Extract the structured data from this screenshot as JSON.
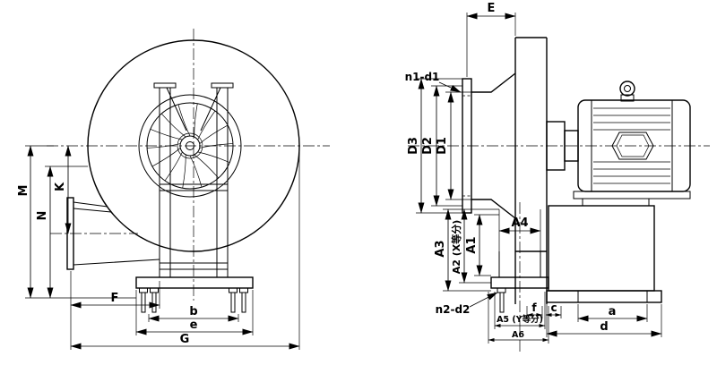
{
  "drawing": {
    "views": {
      "front": {
        "dims": {
          "M": "M",
          "N": "N",
          "K": "K",
          "F": "F",
          "b": "b",
          "e": "e",
          "G": "G"
        }
      },
      "side": {
        "dims": {
          "E": "E",
          "n1d1": "n1-d1",
          "D3": "D3",
          "D2": "D2",
          "D1": "D1",
          "A4": "A4",
          "A3": "A3",
          "A2": "A2 (X等分)",
          "A1": "A1",
          "n2d2": "n2-d2",
          "f": "f",
          "c": "c",
          "a": "a",
          "A5": "A5 (Y等分)",
          "A6": "A6",
          "d": "d"
        }
      }
    }
  }
}
